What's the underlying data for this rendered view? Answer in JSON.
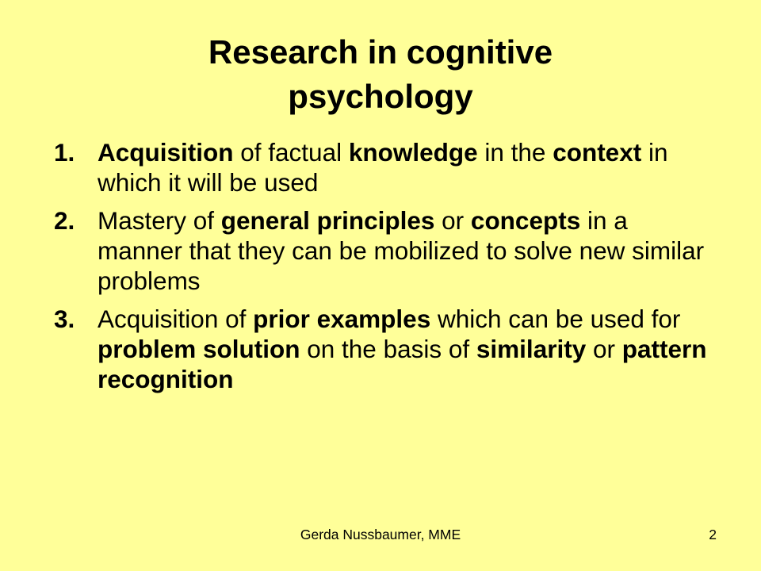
{
  "slide": {
    "background_color": "#FFFF99",
    "title_lines": [
      "Research in cognitive",
      "psychology"
    ],
    "items": [
      {
        "number": "1.",
        "segments": [
          {
            "text": "Acquisition",
            "bold": true
          },
          {
            "text": " of factual ",
            "bold": false
          },
          {
            "text": "knowledge",
            "bold": true
          },
          {
            "text": " in the ",
            "bold": false
          },
          {
            "text": "context",
            "bold": true
          },
          {
            "text": " in which it will be used",
            "bold": false
          }
        ]
      },
      {
        "number": "2.",
        "segments": [
          {
            "text": "Mastery of ",
            "bold": false
          },
          {
            "text": "general principles",
            "bold": true
          },
          {
            "text": " or ",
            "bold": false
          },
          {
            "text": "concepts",
            "bold": true
          },
          {
            "text": " in a manner that they can be mobilized to solve new similar problems",
            "bold": false
          }
        ]
      },
      {
        "number": "3.",
        "segments": [
          {
            "text": "Acquisition of ",
            "bold": false
          },
          {
            "text": "prior examples",
            "bold": true
          },
          {
            "text": " which can be used for ",
            "bold": false
          },
          {
            "text": "problem solution",
            "bold": true
          },
          {
            "text": " on the basis of ",
            "bold": false
          },
          {
            "text": "similarity",
            "bold": true
          },
          {
            "text": " or ",
            "bold": false
          },
          {
            "text": "pattern recognition",
            "bold": true
          }
        ]
      }
    ],
    "footer": {
      "author": "Gerda Nussbaumer, MME",
      "page_number": "2"
    }
  }
}
